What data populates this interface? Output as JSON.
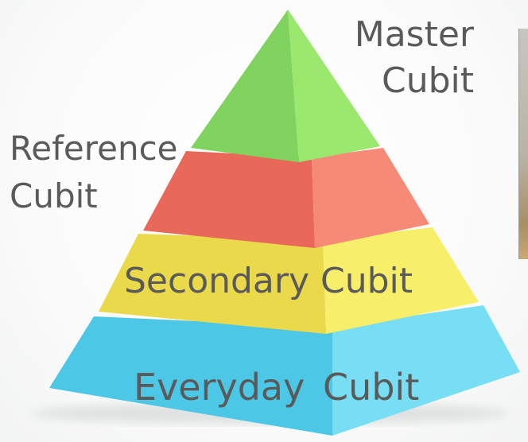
{
  "diagram": {
    "tiers": [
      {
        "id": "master",
        "lines": [
          "Master",
          "Cubit"
        ],
        "color_left": "#7fd35e",
        "color_right": "#9be86e"
      },
      {
        "id": "reference",
        "lines": [
          "Reference",
          "Cubit"
        ],
        "color_left": "#e8695a",
        "color_right": "#f58a76"
      },
      {
        "id": "secondary",
        "lines": [
          "Secondary Cubit"
        ],
        "color_left": "#ead94a",
        "color_right": "#f7ef6a"
      },
      {
        "id": "everyday",
        "lines": [
          "Everyday Cubit"
        ],
        "color_left": "#4cc7e6",
        "color_right": "#78def4"
      }
    ],
    "text_color": "#5a5a5a"
  }
}
